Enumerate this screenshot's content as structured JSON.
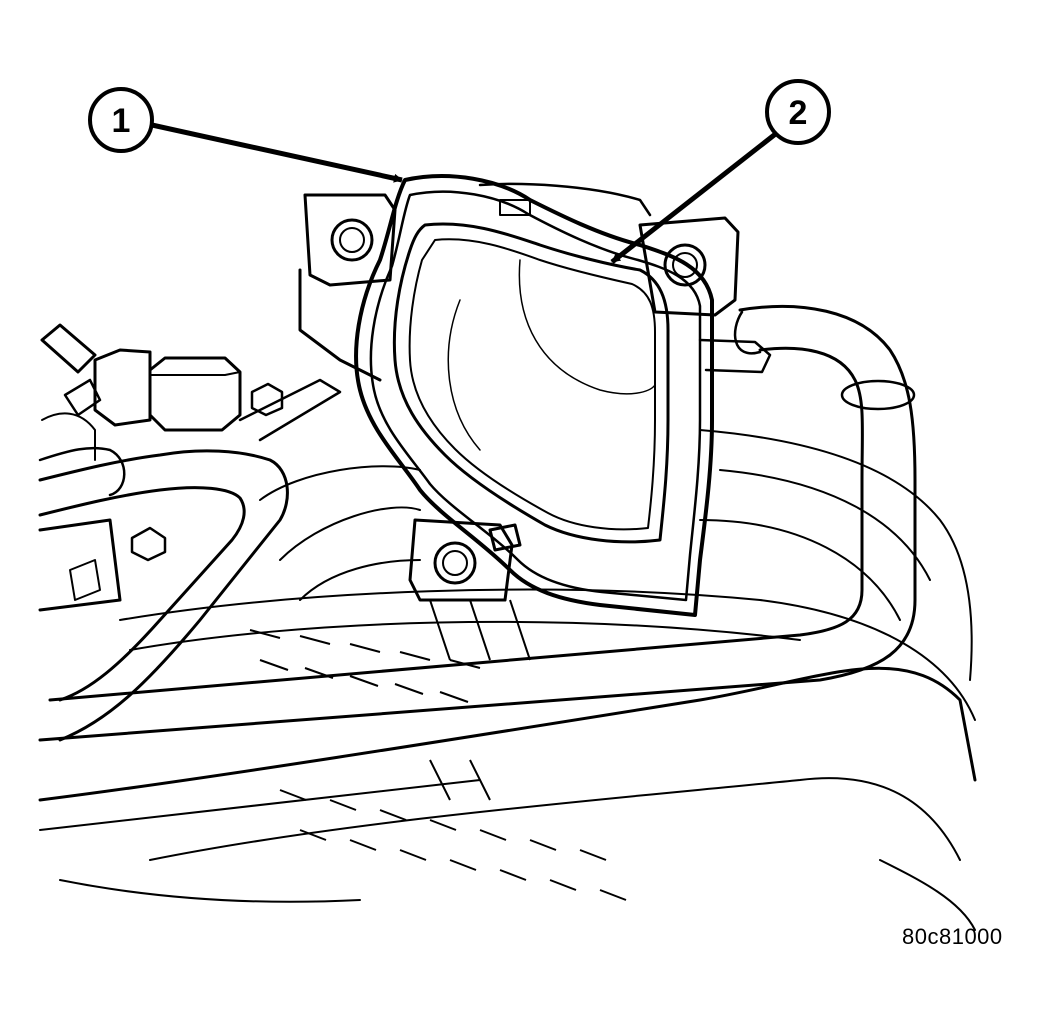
{
  "callouts": [
    {
      "number": "1",
      "target": "gasket"
    },
    {
      "number": "2",
      "target": "throttle-body-opening"
    }
  ],
  "figure_id": "80c81000"
}
